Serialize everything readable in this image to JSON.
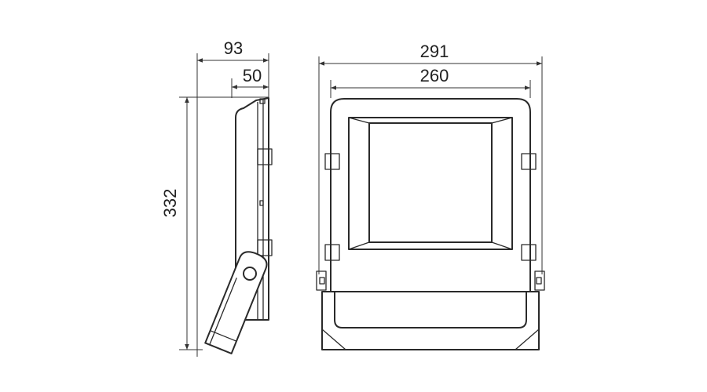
{
  "dimensions": {
    "side_depth": "93",
    "side_mount_depth": "50",
    "side_height": "332",
    "front_total_width": "291",
    "front_body_width": "260"
  },
  "colors": {
    "line": "#2a2a2a",
    "background": "#ffffff"
  }
}
